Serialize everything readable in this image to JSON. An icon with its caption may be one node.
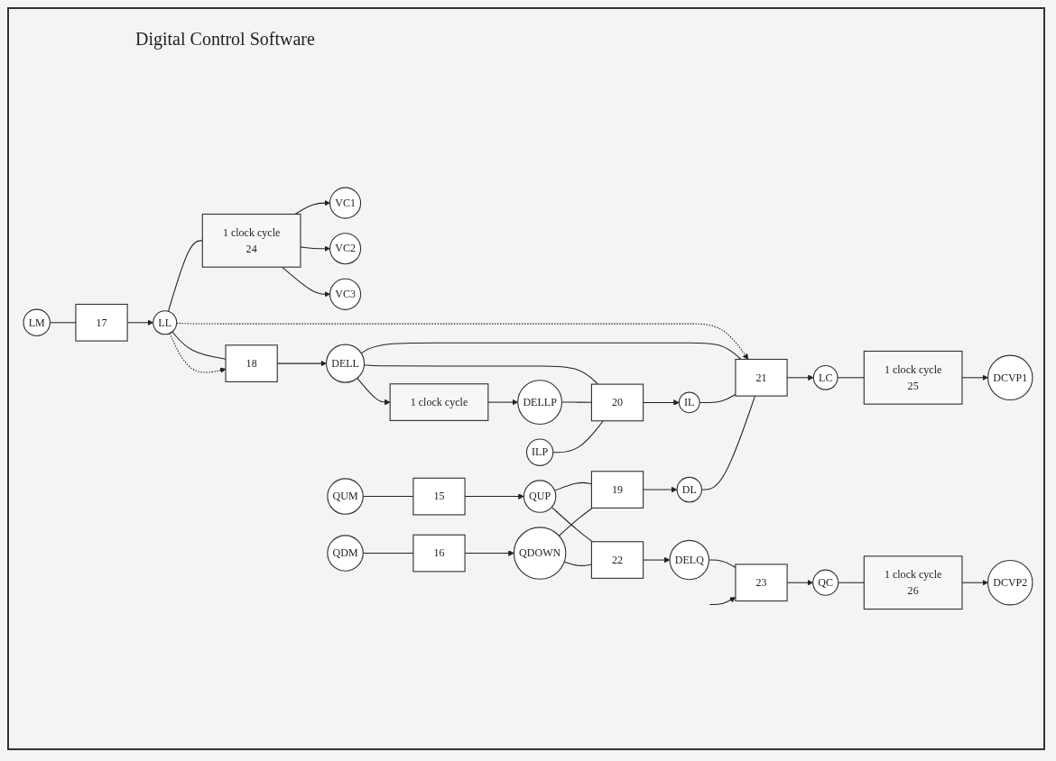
{
  "diagram": {
    "title": "Digital Control Software",
    "nodes": [
      {
        "text": [
          "LM"
        ]
      },
      {
        "text": [
          "17"
        ]
      },
      {
        "text": [
          "LL"
        ]
      },
      {
        "text": [
          "1 clock cycle",
          "24"
        ]
      },
      {
        "text": [
          "VC1"
        ]
      },
      {
        "text": [
          "VC2"
        ]
      },
      {
        "text": [
          "VC3"
        ]
      },
      {
        "text": [
          "18"
        ]
      },
      {
        "text": [
          "DELL"
        ]
      },
      {
        "text": [
          "1 clock cycle"
        ]
      },
      {
        "text": [
          "20"
        ]
      },
      {
        "text": [
          "IL"
        ]
      },
      {
        "text": [
          "21"
        ]
      },
      {
        "text": [
          "LC"
        ]
      },
      {
        "text": [
          "1 clock cycle",
          "25"
        ]
      },
      {
        "text": [
          "DCVP1"
        ]
      },
      {
        "text": [
          "DELLP"
        ]
      },
      {
        "text": [
          "ILP"
        ]
      },
      {
        "text": [
          "QUM"
        ]
      },
      {
        "text": [
          "15"
        ]
      },
      {
        "text": [
          "QUP"
        ]
      },
      {
        "text": [
          "19"
        ]
      },
      {
        "text": [
          "DL"
        ]
      },
      {
        "text": [
          "QDM"
        ]
      },
      {
        "text": [
          "16"
        ]
      },
      {
        "text": [
          "QDOWN"
        ]
      },
      {
        "text": [
          "22"
        ]
      },
      {
        "text": [
          "DELQ"
        ]
      },
      {
        "text": [
          "23"
        ]
      },
      {
        "text": [
          "QC"
        ]
      },
      {
        "text": [
          "1 clock cycle",
          "26"
        ]
      },
      {
        "text": [
          "DCVP2"
        ]
      }
    ],
    "edges": [
      {
        "from": 0,
        "to": 1,
        "arrow": "none"
      },
      {
        "from": 1,
        "to": 2,
        "arrow": "to"
      },
      {
        "from": 2,
        "to": 3,
        "arrow": "none"
      },
      {
        "from": 3,
        "to": 4,
        "arrow": "to"
      },
      {
        "from": 3,
        "to": 5,
        "arrow": "to"
      },
      {
        "from": 3,
        "to": 6,
        "arrow": "to"
      },
      {
        "from": 2,
        "to": 7,
        "arrow": "none"
      },
      {
        "from": 2,
        "to": 7,
        "arrow": "to",
        "style": "dashed"
      },
      {
        "from": 2,
        "to": 12,
        "arrow": "to",
        "style": "dashed"
      },
      {
        "from": 7,
        "to": 8,
        "arrow": "to"
      },
      {
        "from": 8,
        "to": 9,
        "arrow": "to"
      },
      {
        "from": 9,
        "to": 16,
        "arrow": "to"
      },
      {
        "from": 8,
        "to": 10,
        "arrow": "none"
      },
      {
        "from": 16,
        "to": 10,
        "arrow": "none"
      },
      {
        "from": 17,
        "to": 10,
        "arrow": "none"
      },
      {
        "from": 10,
        "to": 11,
        "arrow": "to"
      },
      {
        "from": 8,
        "to": 12,
        "arrow": "none"
      },
      {
        "from": 11,
        "to": 12,
        "arrow": "none"
      },
      {
        "from": 22,
        "to": 12,
        "arrow": "none"
      },
      {
        "from": 12,
        "to": 13,
        "arrow": "to"
      },
      {
        "from": 13,
        "to": 14,
        "arrow": "none"
      },
      {
        "from": 14,
        "to": 15,
        "arrow": "to"
      },
      {
        "from": 18,
        "to": 19,
        "arrow": "none"
      },
      {
        "from": 19,
        "to": 20,
        "arrow": "to"
      },
      {
        "from": 23,
        "to": 24,
        "arrow": "none"
      },
      {
        "from": 24,
        "to": 25,
        "arrow": "to"
      },
      {
        "from": 20,
        "to": 21,
        "arrow": "none"
      },
      {
        "from": 20,
        "to": 26,
        "arrow": "none"
      },
      {
        "from": 25,
        "to": 26,
        "arrow": "none"
      },
      {
        "from": 25,
        "to": 21,
        "arrow": "none"
      },
      {
        "from": 21,
        "to": 22,
        "arrow": "to"
      },
      {
        "from": 26,
        "to": 27,
        "arrow": "to"
      },
      {
        "from": 27,
        "to": 28,
        "arrow": "none"
      },
      {
        "from": null,
        "to": 28,
        "arrow": "to"
      },
      {
        "from": 28,
        "to": 29,
        "arrow": "to"
      },
      {
        "from": 29,
        "to": 30,
        "arrow": "none"
      },
      {
        "from": 30,
        "to": 31,
        "arrow": "to"
      }
    ]
  }
}
